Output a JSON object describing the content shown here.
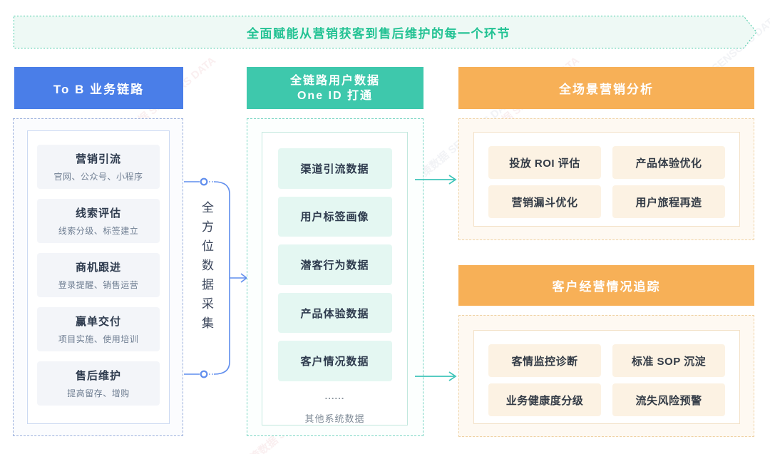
{
  "banner": {
    "text": "全面赋能从营销获客到售后维护的每一个环节"
  },
  "left_column": {
    "header": "To B 业务链路",
    "items": [
      {
        "title": "营销引流",
        "subtitle": "官网、公众号、小程序"
      },
      {
        "title": "线索评估",
        "subtitle": "线索分级、标签建立"
      },
      {
        "title": "商机跟进",
        "subtitle": "登录提醒、销售运营"
      },
      {
        "title": "赢单交付",
        "subtitle": "项目实施、使用培训"
      },
      {
        "title": "售后维护",
        "subtitle": "提高留存、增购"
      }
    ]
  },
  "connector": {
    "label": "全方位数据采集"
  },
  "middle_column": {
    "header_line1": "全链路用户数据",
    "header_line2": "One ID 打通",
    "items": [
      "渠道引流数据",
      "用户标签画像",
      "潜客行为数据",
      "产品体验数据",
      "客户情况数据"
    ],
    "ellipsis": "......",
    "footer": "其他系统数据"
  },
  "right_top": {
    "header": "全场景营销分析",
    "items": [
      "投放 ROI 评估",
      "产品体验优化",
      "营销漏斗优化",
      "用户旅程再造"
    ]
  },
  "right_bottom": {
    "header": "客户经营情况追踪",
    "items": [
      "客情监控诊断",
      "标准 SOP 沉淀",
      "业务健康度分级",
      "流失风险预警"
    ]
  },
  "watermark": {
    "text": "神策数据 SENSORS DATA"
  },
  "colors": {
    "blue_header": "#4A7EE8",
    "teal_header": "#3EC8AC",
    "orange_header": "#F7B057",
    "banner_text": "#22C293",
    "banner_fill": "#EEF9F5",
    "connector_blue": "#5F8DED",
    "arrow_teal": "#3EC5B9"
  }
}
